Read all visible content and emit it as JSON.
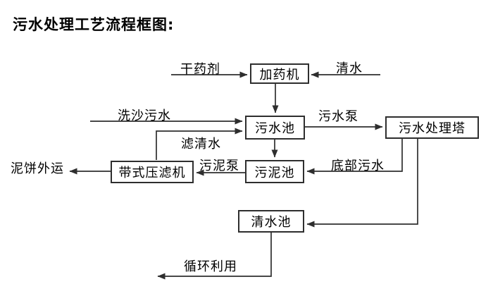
{
  "page": {
    "title": "污水处理工艺流程框图:",
    "background": "#ffffff"
  },
  "diagram": {
    "line_color": "#2e2e2e",
    "text_color": "#000000",
    "nodes": [
      {
        "id": "dosing-machine",
        "label": "加药机"
      },
      {
        "id": "sewage-pool",
        "label": "污水池"
      },
      {
        "id": "sewage-treatment-tower",
        "label": "污水处理塔"
      },
      {
        "id": "sludge-pool",
        "label": "污泥池"
      },
      {
        "id": "belt-filter-press",
        "label": "带式压滤机"
      },
      {
        "id": "clean-water-pool",
        "label": "清水池"
      }
    ],
    "edge_labels": [
      {
        "id": "dry-agent",
        "label": "干药剂"
      },
      {
        "id": "clean-water-in",
        "label": "清水"
      },
      {
        "id": "sand-washing-sewage",
        "label": "洗沙污水"
      },
      {
        "id": "sewage-pump",
        "label": "污水泵"
      },
      {
        "id": "filtered-water",
        "label": "滤清水"
      },
      {
        "id": "sludge-pump",
        "label": "污泥泵"
      },
      {
        "id": "bottom-sewage",
        "label": "底部污水"
      },
      {
        "id": "mud-cake-outbound",
        "label": "泥饼外运"
      },
      {
        "id": "recycling",
        "label": "循环利用"
      }
    ]
  }
}
